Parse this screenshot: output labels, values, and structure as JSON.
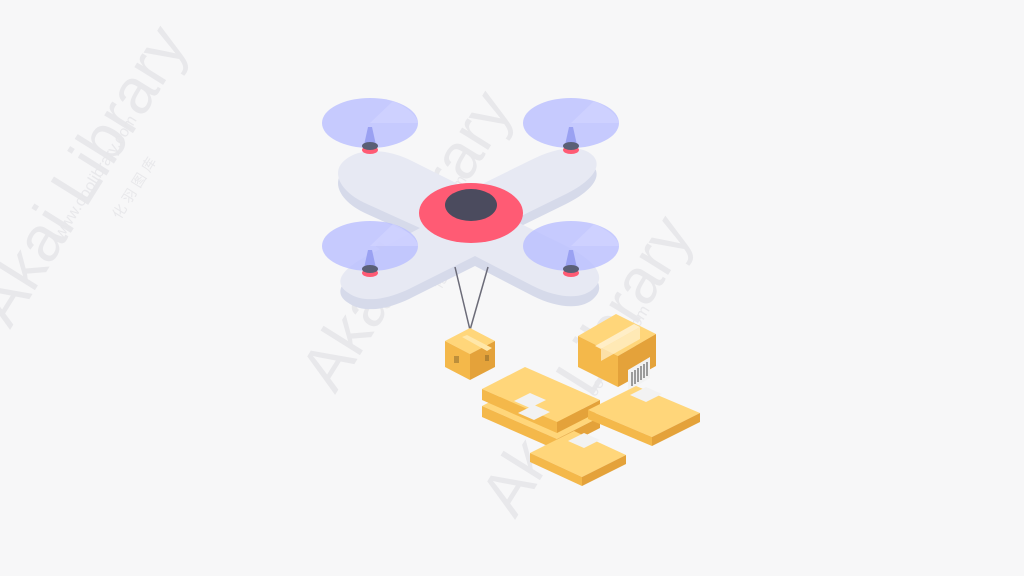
{
  "illustration": {
    "subject": "drone-delivery",
    "colors": {
      "background": "#f7f7f8",
      "drone_body": "#e7e9f3",
      "drone_shadow": "#d6daea",
      "drone_center_ring": "#ff5b74",
      "drone_center_dark": "#4b4b5e",
      "propeller": "#b9beff",
      "propeller_dark": "#9aa1f2",
      "box_top": "#ffd67a",
      "box_left": "#f4b84a",
      "box_right": "#e4a23a",
      "label": "#f2f2f2"
    }
  },
  "watermark": {
    "main": "Akai Library",
    "url": "www.ooolibrary.com",
    "cn": "化 羽 图 库"
  }
}
